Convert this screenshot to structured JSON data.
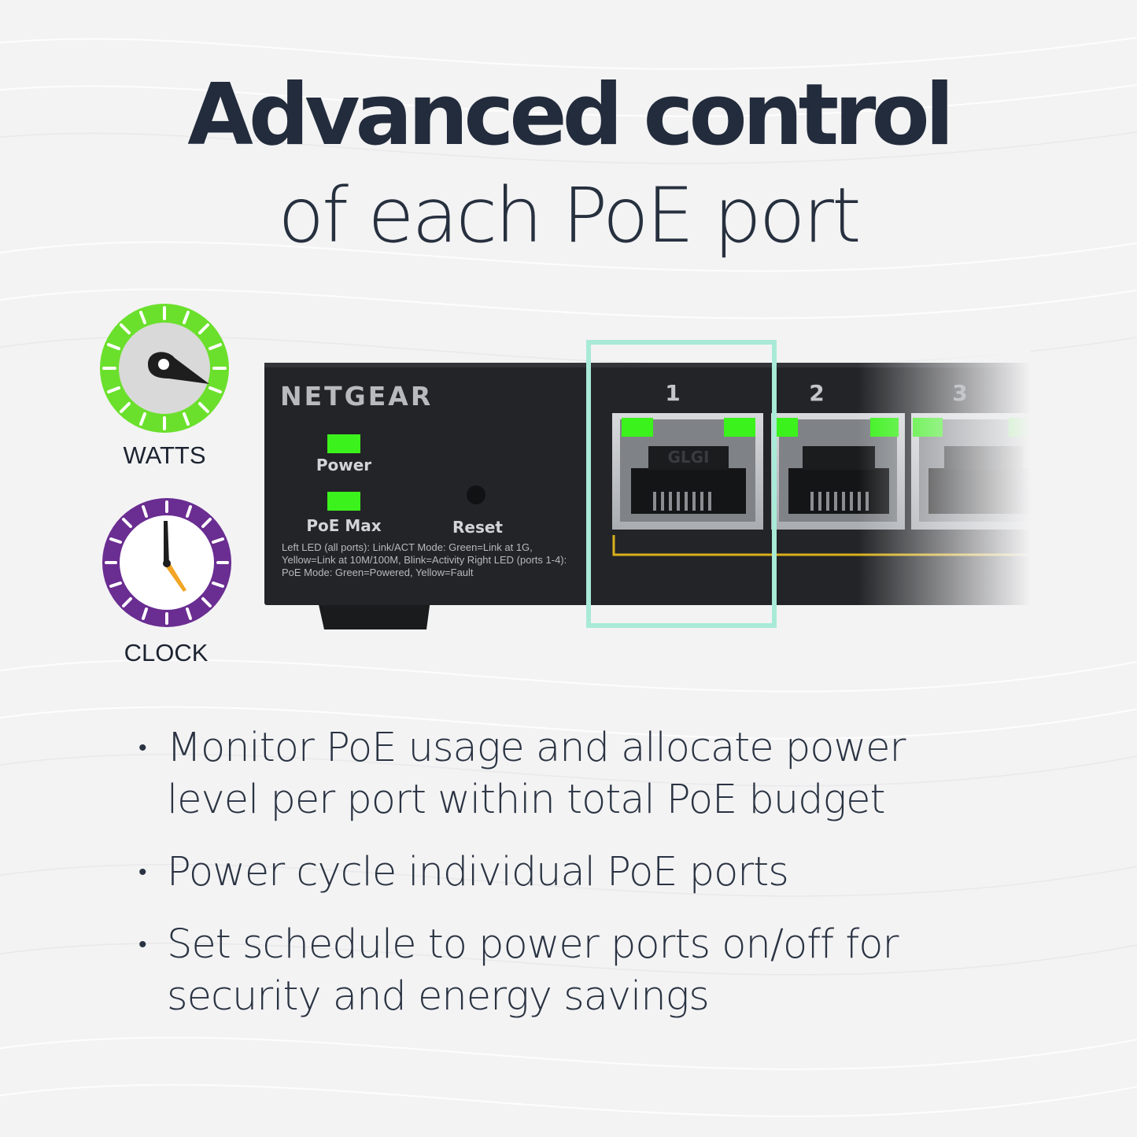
{
  "headline": "Advanced control",
  "subheadline": "of each PoE port",
  "gauges": {
    "watts": {
      "label": "WATTS",
      "icon": "speedometer-icon",
      "ring_color": "#6be02c"
    },
    "clock": {
      "label": "CLOCK",
      "icon": "clock-icon",
      "ring_color": "#6a2d91"
    }
  },
  "device": {
    "brand": "NETGEAR",
    "led_power_label": "Power",
    "led_poe_max_label": "PoE Max",
    "reset_label": "Reset",
    "port_numbers": [
      "1",
      "2",
      "3"
    ],
    "jack_mark": "GLGI",
    "legend_lines": [
      "Left LED (all ports): Link/ACT Mode: Green=Link at 1G,",
      "Yellow=Link at 10M/100M, Blink=Activity Right LED (ports 1-4):",
      "PoE Mode:  Green=Powered, Yellow=Fault"
    ],
    "highlight_color": "#a9ead6",
    "led_color": "#3cf21c"
  },
  "bullets": [
    {
      "line1": "Monitor PoE usage and allocate power",
      "line2": "level per port within total PoE budget"
    },
    {
      "line1": "Power cycle individual PoE ports",
      "line2": ""
    },
    {
      "line1": "Set schedule to power ports on/off for",
      "line2": "security and energy savings"
    }
  ]
}
